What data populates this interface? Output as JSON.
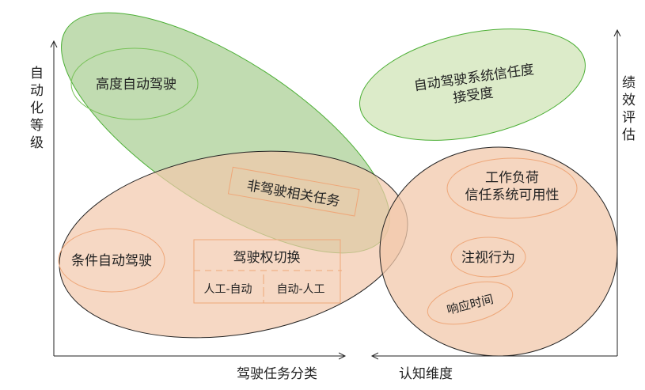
{
  "axes": {
    "left_y_label": [
      "自",
      "动",
      "化",
      "等",
      "级"
    ],
    "right_y_label": [
      "绩",
      "效",
      "评",
      "估"
    ],
    "x_left_label": "驾驶任务分类",
    "x_right_label": "认知维度"
  },
  "regions": {
    "high_automation": "高度自动驾驶",
    "trust_acceptance": [
      "自动驾驶系统信任度",
      "接受度"
    ],
    "non_driving_task": "非驾驶相关任务",
    "conditional_automation": "条件自动驾驶",
    "takeover": {
      "title": "驾驶权切换",
      "left": "人工-自动",
      "right": "自动-人工"
    },
    "workload": [
      "工作负荷",
      "信任系统可用性"
    ],
    "gaze": "注视行为",
    "response_time": "响应时间"
  },
  "colors": {
    "green_fill": "#9fca87",
    "light_green_fill": "#dcebc9",
    "orange_fill": "#f2c8ab",
    "orange_stroke": "#eea779",
    "green_stroke": "#4caf35"
  }
}
